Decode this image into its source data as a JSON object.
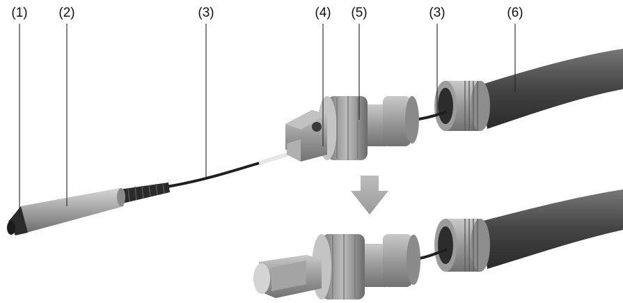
{
  "callouts": [
    {
      "id": "c1",
      "label": "(1)"
    },
    {
      "id": "c2",
      "label": "(2)"
    },
    {
      "id": "c3a",
      "label": "(3)"
    },
    {
      "id": "c4",
      "label": "(4)"
    },
    {
      "id": "c5",
      "label": "(5)"
    },
    {
      "id": "c3b",
      "label": "(3)"
    },
    {
      "id": "c6",
      "label": "(6)"
    }
  ],
  "colors": {
    "hose": "#4a4a4a",
    "probe": "#a9a9a9",
    "fitting": "#9a9a9a",
    "arrow": "#a6a6a6",
    "cable": "#1f1f1f"
  }
}
